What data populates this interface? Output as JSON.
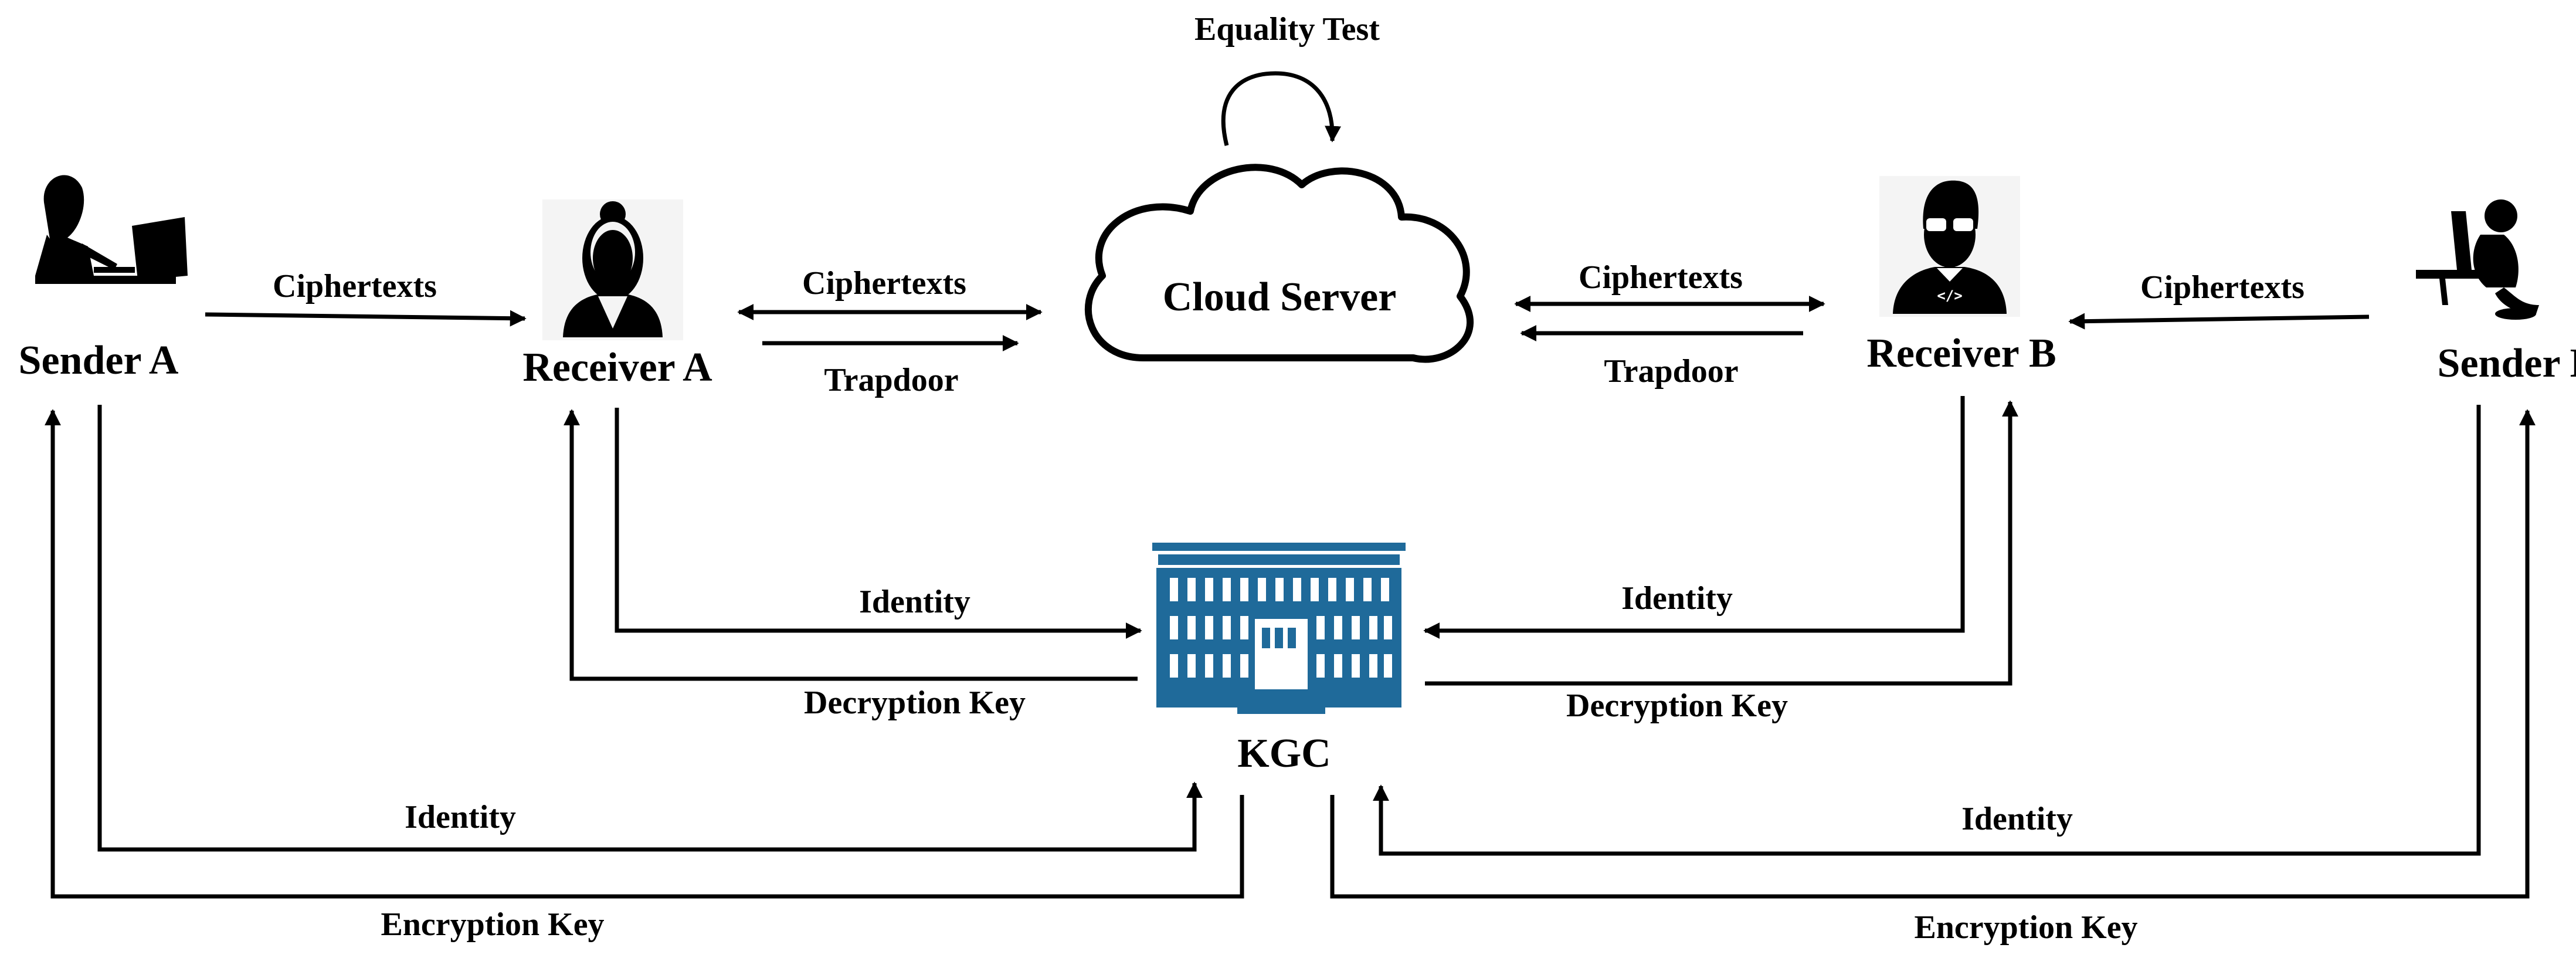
{
  "top": {
    "equality_test": "Equality Test"
  },
  "cloud": {
    "label": "Cloud Server"
  },
  "entities": {
    "sender_a": "Sender A",
    "receiver_a": "Receiver A",
    "receiver_b": "Receiver B",
    "sender_b": "Sender B",
    "kgc": "KGC"
  },
  "edges": {
    "sa_to_ra": "Ciphertexts",
    "ra_cloud_ciphertexts": "Ciphertexts",
    "ra_cloud_trapdoor": "Trapdoor",
    "cloud_rb_ciphertexts": "Ciphertexts",
    "rb_cloud_trapdoor": "Trapdoor",
    "sb_to_rb": "Ciphertexts",
    "ra_identity": "Identity",
    "ra_decryption_key": "Decryption Key",
    "rb_identity": "Identity",
    "rb_decryption_key": "Decryption Key",
    "sa_identity": "Identity",
    "sa_encryption_key": "Encryption Key",
    "sb_identity": "Identity",
    "sb_encryption_key": "Encryption Key"
  },
  "icons": {
    "sender_a": "woman-at-computer-icon",
    "receiver_a": "woman-avatar-icon",
    "receiver_b": "developer-avatar-icon",
    "sender_b": "man-at-desk-icon",
    "kgc": "building-icon",
    "cloud": "cloud-icon"
  },
  "colors": {
    "kgc_building": "#1f6a9a",
    "ink": "#000000"
  }
}
